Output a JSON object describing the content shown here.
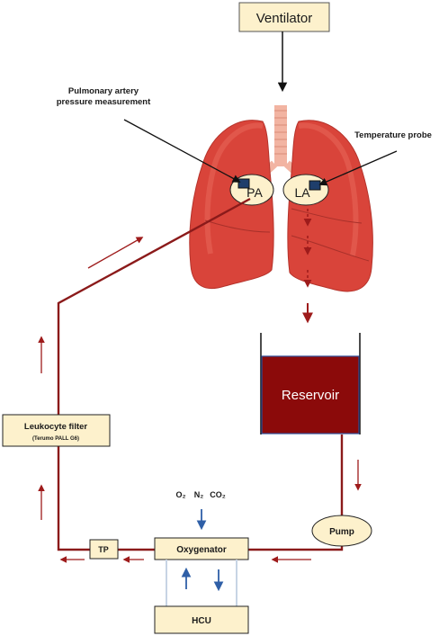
{
  "title_box": {
    "label": "Ventilator"
  },
  "annotations": {
    "pa_pressure_line1": "Pulmonary artery",
    "pa_pressure_line2": "pressure measurement",
    "temperature_probe": "Temperature probe"
  },
  "lungs": {
    "pa_label": "PA",
    "la_label": "LA"
  },
  "reservoir": {
    "label": "Reservoir"
  },
  "pump": {
    "label": "Pump"
  },
  "oxygenator": {
    "label": "Oxygenator"
  },
  "gases": {
    "o2": "O₂",
    "n2": "N₂",
    "co2": "CO₂"
  },
  "tp": {
    "label": "TP"
  },
  "hcu": {
    "label": "HCU"
  },
  "filter": {
    "label": "Leukocyte filter",
    "sublabel": "(Terumo PALL G6)"
  },
  "colors": {
    "circuit": "#8b1a1a",
    "arrow_red": "#9e1b1b",
    "arrow_blue": "#2f5fa7",
    "box_fill": "#fdf1cc",
    "reservoir_fill": "#8b0a0a",
    "lung": "#d9443a"
  }
}
